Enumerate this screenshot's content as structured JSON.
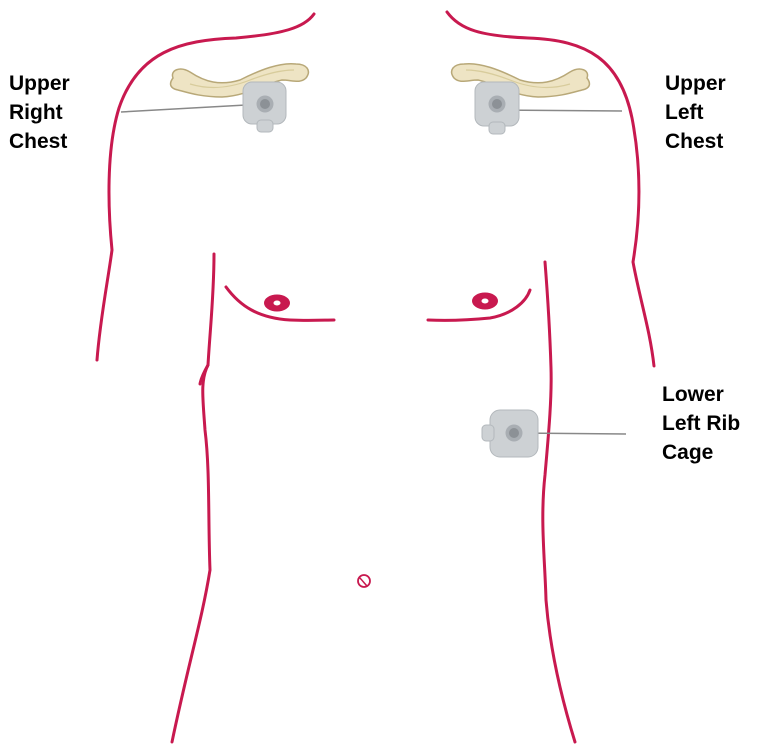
{
  "labels": {
    "upper_right_chest": [
      "Upper",
      "Right",
      "Chest"
    ],
    "upper_left_chest": [
      "Upper",
      "Left",
      "Chest"
    ],
    "lower_left_rib_cage": [
      "Lower",
      "Left Rib",
      "Cage"
    ]
  },
  "colors": {
    "body_outline": "#c8194f",
    "clavicle_fill": "#eee4c4",
    "clavicle_stroke": "#b8a878",
    "electrode_fill": "#cdd1d4",
    "electrode_center": "#8c9196",
    "leader_line": "#888888",
    "label_text": "#000000"
  },
  "icons": {
    "electrode": "electrode-pad-icon",
    "clavicle": "clavicle-bone-icon",
    "nipple": "nipple-mark-icon",
    "navel": "navel-mark-icon"
  }
}
